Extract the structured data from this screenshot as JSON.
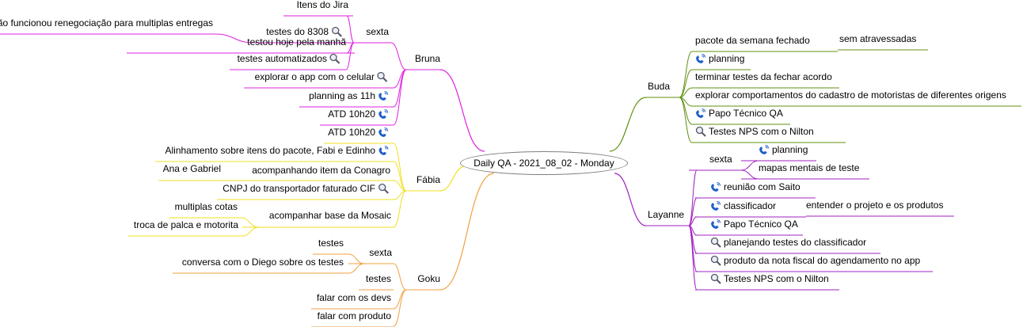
{
  "central": "Daily QA - 2021_08_02 - Monday",
  "colors": {
    "bruna": "#e020e0",
    "fabia": "#f0e020",
    "goku": "#f0a040",
    "buda": "#609010",
    "layanne": "#a020c0",
    "outline": "#7f7f7f"
  },
  "icons": {
    "search": "magnifier-icon",
    "phone": "phone-icon"
  },
  "branches": {
    "bruna": {
      "label": "Bruna",
      "sexta": {
        "label": "sexta",
        "items": [
          "Itens do Jira",
          "testes do 8308",
          "testou hoje pela manhã",
          "testes automatizados"
        ],
        "sub": "não funcionou renegociação para multiplas entregas"
      },
      "items": [
        "explorar o app com o celular",
        "planning as 11h",
        "ATD 10h20"
      ]
    },
    "fabia": {
      "label": "Fábia",
      "items": [
        "ATD 10h20",
        "Alinhamento sobre itens do pacote, Fabi e Edinho",
        "acompanhando item da Conagro",
        "CNPJ do transportador faturado CIF",
        "acompanhar base da Mosaic"
      ],
      "conagro_sub": "Ana e Gabriel",
      "mosaic_subs": [
        "multiplas cotas",
        "troca de palca e motorita"
      ]
    },
    "goku": {
      "label": "Goku",
      "sexta": {
        "label": "sexta",
        "items": [
          "testes",
          "conversa com o Diego sobre os testes"
        ]
      },
      "items": [
        "testes",
        "falar com os devs",
        "falar com produto"
      ]
    },
    "buda": {
      "label": "Buda",
      "items": [
        "pacote da semana fechado",
        "planning",
        "terminar testes da fechar acordo",
        "explorar comportamentos do cadastro de motoristas de diferentes origens",
        "Papo Técnico QA",
        "Testes NPS com o Nilton"
      ],
      "pacote_sub": "sem atravessadas"
    },
    "layanne": {
      "label": "Layanne",
      "sexta": {
        "label": "sexta",
        "items": [
          "planning",
          "mapas mentais de teste"
        ]
      },
      "items": [
        "reunião com Saito",
        "classificador",
        "Papo Técnico QA",
        "planejando testes do classificador",
        "produto da nota fiscal do agendamento no app",
        "Testes NPS com o Nilton"
      ],
      "classificador_sub": "entender o projeto e os produtos"
    }
  }
}
